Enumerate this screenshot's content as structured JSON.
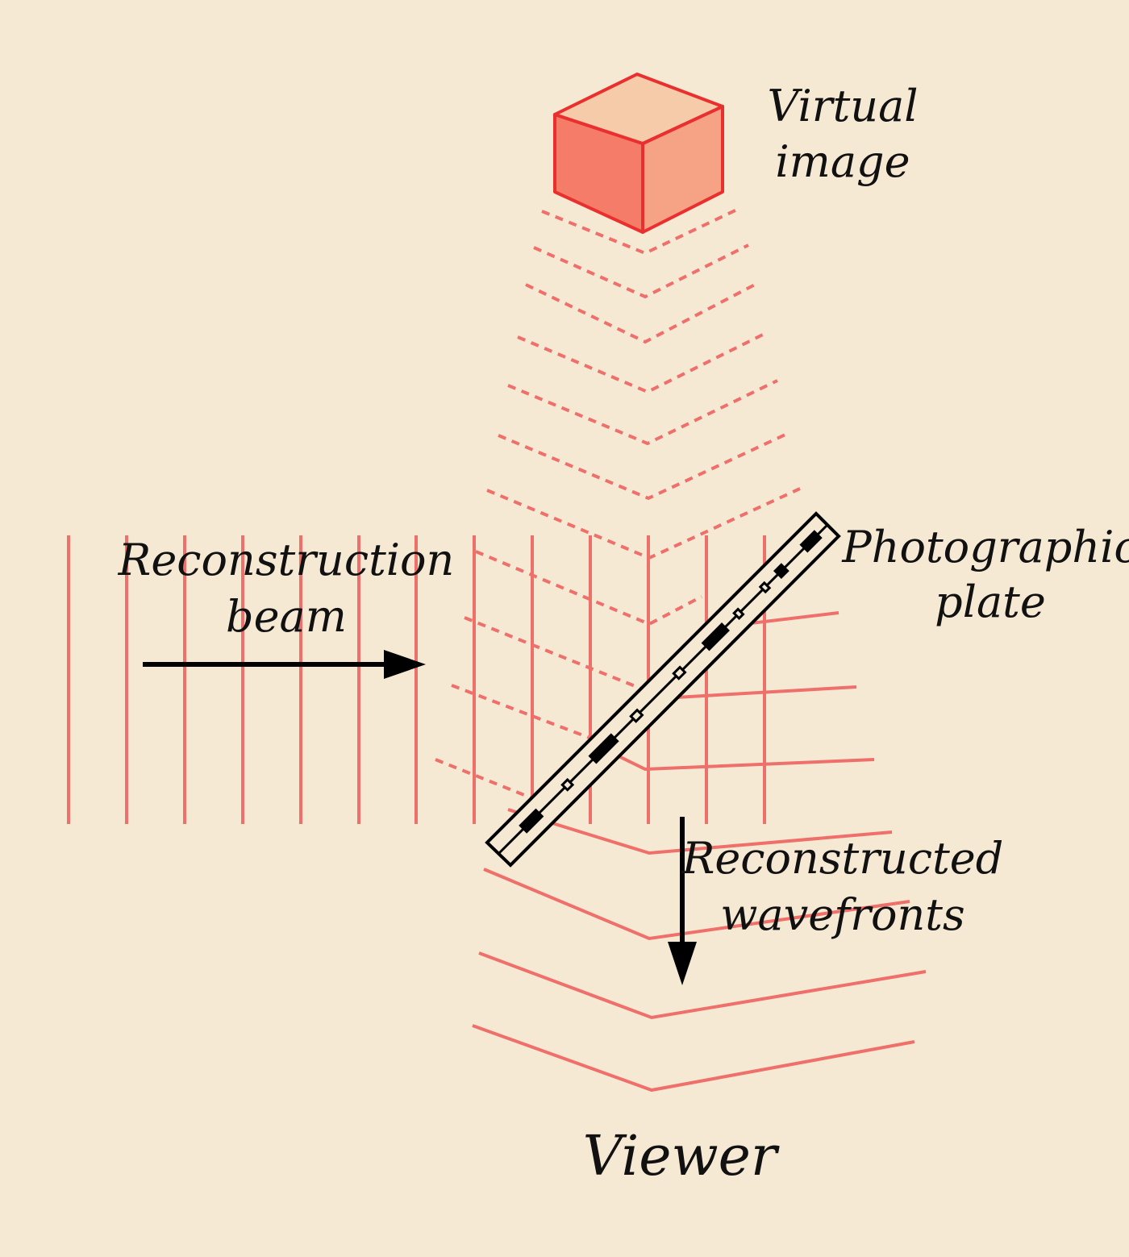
{
  "colors": {
    "background": "#f6e9d4",
    "wave": "#ef6f6a",
    "cube_front": "#f47c68",
    "cube_side": "#f5a285",
    "cube_top": "#f5cba9",
    "cube_edge": "#ea2f2f",
    "ink": "#000000"
  },
  "labels": {
    "virtual_image": [
      "Virtual",
      "image"
    ],
    "reconstruction_beam": [
      "Reconstruction",
      "beam"
    ],
    "photographic_plate": [
      "Photographic",
      "plate"
    ],
    "reconstructed_wavefronts": [
      "Reconstructed",
      "wavefronts"
    ],
    "viewer": "Viewer"
  }
}
